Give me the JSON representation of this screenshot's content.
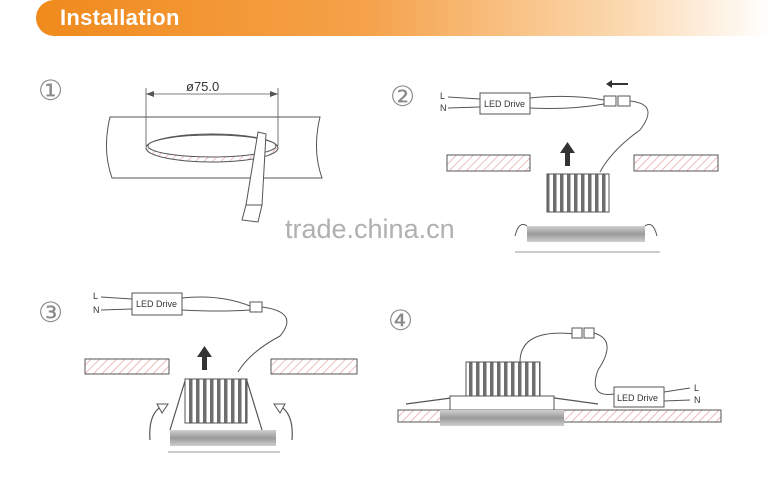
{
  "header": {
    "title": "Installation"
  },
  "steps": {
    "s1": {
      "number": "①",
      "dimension": "ø75.0"
    },
    "s2": {
      "number": "②",
      "driver_label": "LED Drive",
      "live_label": "L",
      "neutral_label": "N"
    },
    "s3": {
      "number": "③",
      "driver_label": "LED Drive",
      "live_label": "L",
      "neutral_label": "N"
    },
    "s4": {
      "number": "④",
      "driver_label": "LED Drive",
      "live_label": "L",
      "neutral_label": "N"
    }
  },
  "watermark": "trade.china.cn",
  "colors": {
    "banner": "#f08a1c",
    "hatch": "#e2a3a3",
    "line": "#555555"
  }
}
